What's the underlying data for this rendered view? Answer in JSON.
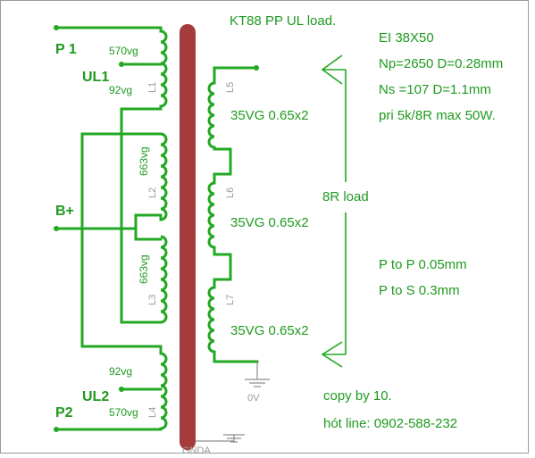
{
  "title": "KT88 PP  UL load.",
  "specs": {
    "core": "EI 38X50",
    "primary_turns": "Np=2650 D=0.28mm",
    "secondary_turns": "Ns =107 D=1.1mm",
    "rating": "pri 5k/8R max 50W."
  },
  "primary": {
    "p1_label": "P 1",
    "ul1_label": "UL1",
    "bplus_label": "B+",
    "ul2_label": "UL2",
    "p2_label": "P2",
    "l1_top_turns": "570vg",
    "l1_bottom_turns": "92vg",
    "l2_turns": "663vg",
    "l3_turns": "663vg",
    "l4_top_turns": "92vg",
    "l4_bottom_turns": "570vg",
    "l1_name": "L1",
    "l2_name": "L2",
    "l3_name": "L3",
    "l4_name": "L4"
  },
  "secondary": {
    "l5_name": "L5",
    "l6_name": "L6",
    "l7_name": "L7",
    "l5_spec": "35VG 0.65x2",
    "l6_spec": "35VG 0.65x2",
    "l7_spec": "35VG 0.65x2",
    "load_label": "8R load",
    "ground_label": "0V"
  },
  "insulation": {
    "p_to_p": "P to P 0.05mm",
    "p_to_s": "P to S 0.3mm"
  },
  "core_ground_label": "GNDA",
  "credits": {
    "copy": "copy by 10.",
    "hotline": "hót line: 0902-588-232"
  },
  "colors": {
    "wire": "#22a822",
    "text": "#1f9a1f",
    "core": "#a53b3b",
    "gray": "#8d8d8d"
  }
}
